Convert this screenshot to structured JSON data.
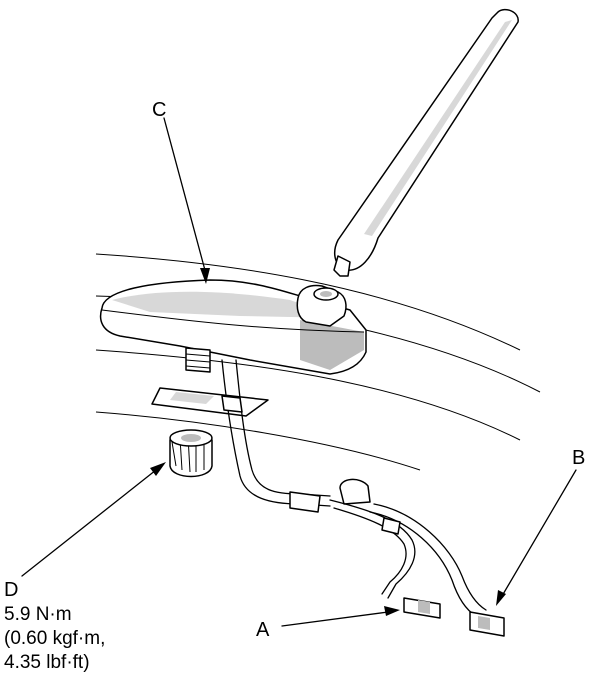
{
  "callouts": {
    "a": "A",
    "b": "B",
    "c": "C",
    "d": "D"
  },
  "torque_spec": {
    "line1": "5.9 N·m",
    "line2": "(0.60 kgf·m,",
    "line3": "4.35 lbf·ft)"
  }
}
